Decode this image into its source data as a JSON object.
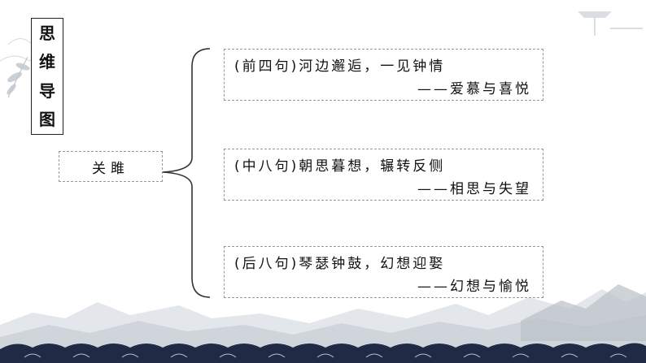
{
  "title_chars": [
    "思",
    "维",
    "导",
    "图"
  ],
  "topic": "关雎",
  "branches": [
    {
      "line1": "(前四句)河边邂逅，一见钟情",
      "line2": "——爱慕与喜悦"
    },
    {
      "line1": "(中八句)朝思暮想，辗转反侧",
      "line2": "——相思与失望"
    },
    {
      "line1": "(后八句)琴瑟钟鼓，幻想迎娶",
      "line2": "——幻想与愉悦"
    }
  ],
  "colors": {
    "border": "#8c9aa6",
    "wave": "#1f2a44",
    "mountain": "#b9c0c8"
  }
}
